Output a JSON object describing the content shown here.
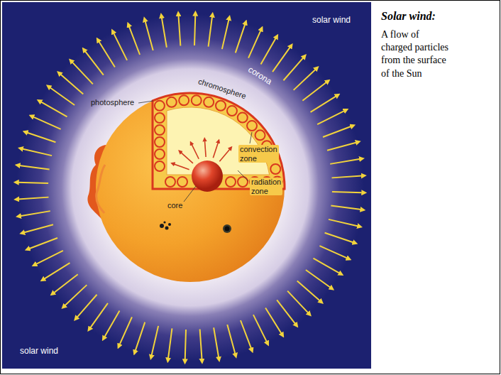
{
  "diagram": {
    "labels": [
      "solar wind",
      "corona",
      "photosphere",
      "chromosphere",
      "convection zone",
      "radiation zone",
      "core",
      "solar wind",
      "Solar wind:",
      "A flow of charged particles from the surface of the Sun"
    ]
  }
}
